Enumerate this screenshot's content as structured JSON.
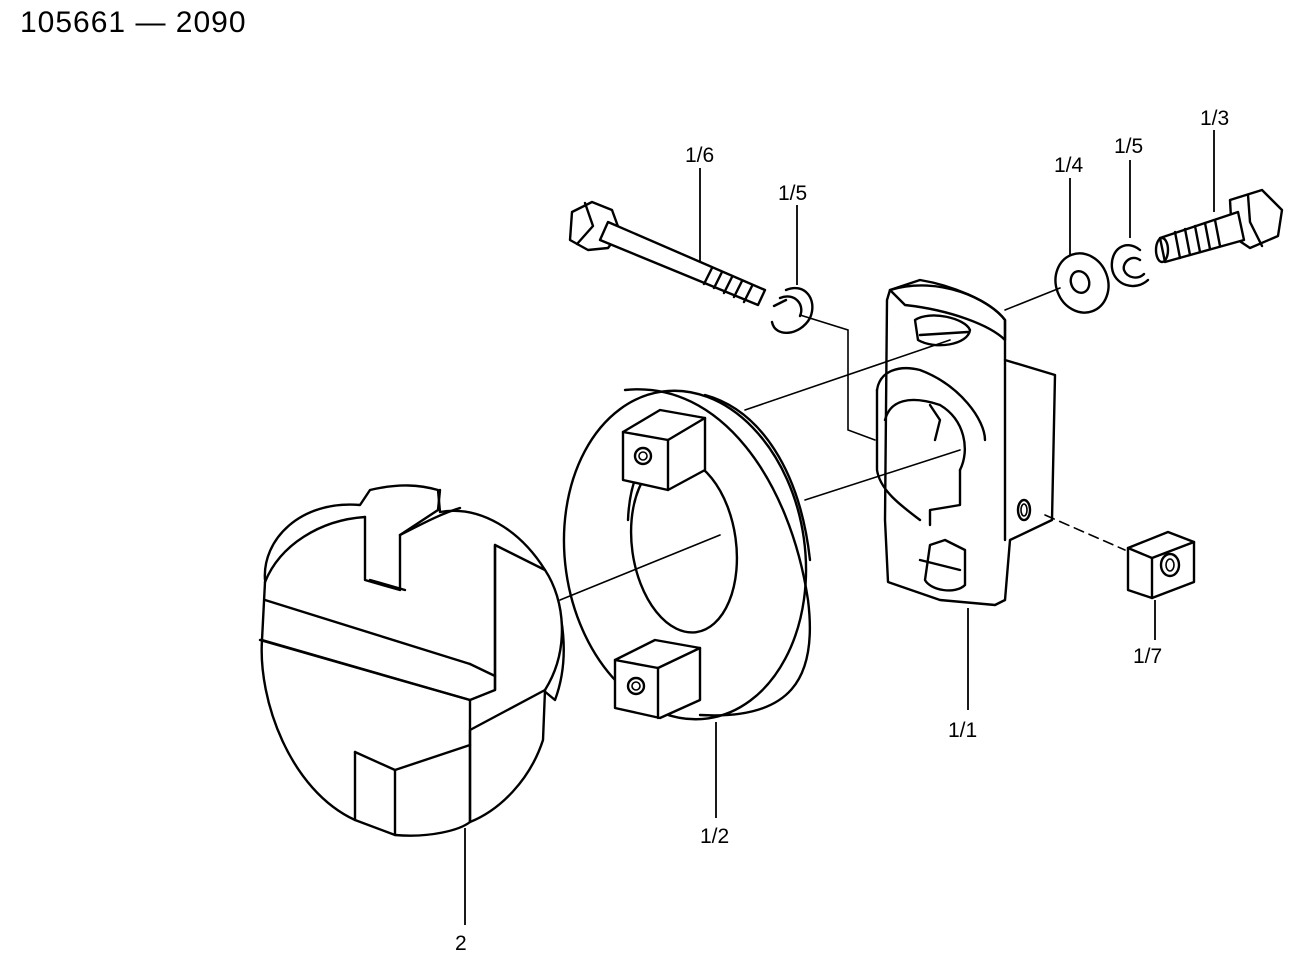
{
  "drawing_number": "105661 — 2090",
  "callouts": {
    "c11": "1/1",
    "c12": "1/2",
    "c13": "1/3",
    "c14": "1/4",
    "c15a": "1/5",
    "c15b": "1/5",
    "c16": "1/6",
    "c17": "1/7",
    "c2": "2"
  }
}
